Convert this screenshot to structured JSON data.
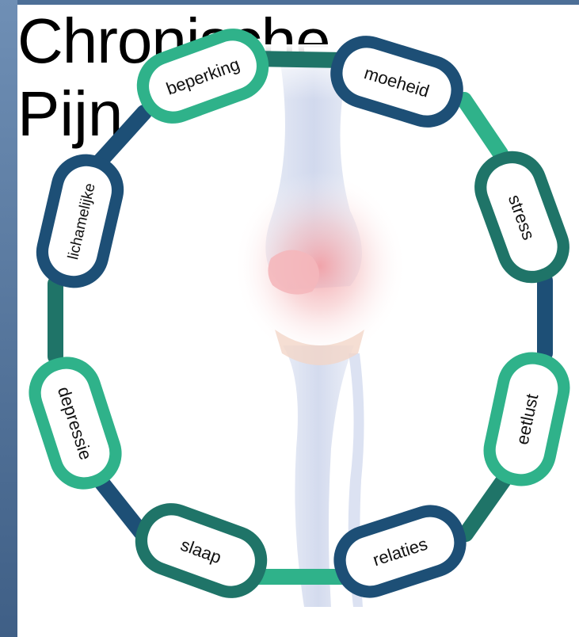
{
  "title": {
    "line1": "Chronische",
    "line2": "Pijn"
  },
  "links": [
    {
      "label": "beperking"
    },
    {
      "label": "moeheid"
    },
    {
      "label": "stress"
    },
    {
      "label": "eetlust"
    },
    {
      "label": "relaties"
    },
    {
      "label": "slaap"
    },
    {
      "label": "depressie"
    },
    {
      "label": "lichamelijke"
    }
  ],
  "colors": {
    "teal": "#2fb28a",
    "navy": "#1d4f76",
    "dark_teal": "#1f7468",
    "frame": "#4a6e98"
  }
}
